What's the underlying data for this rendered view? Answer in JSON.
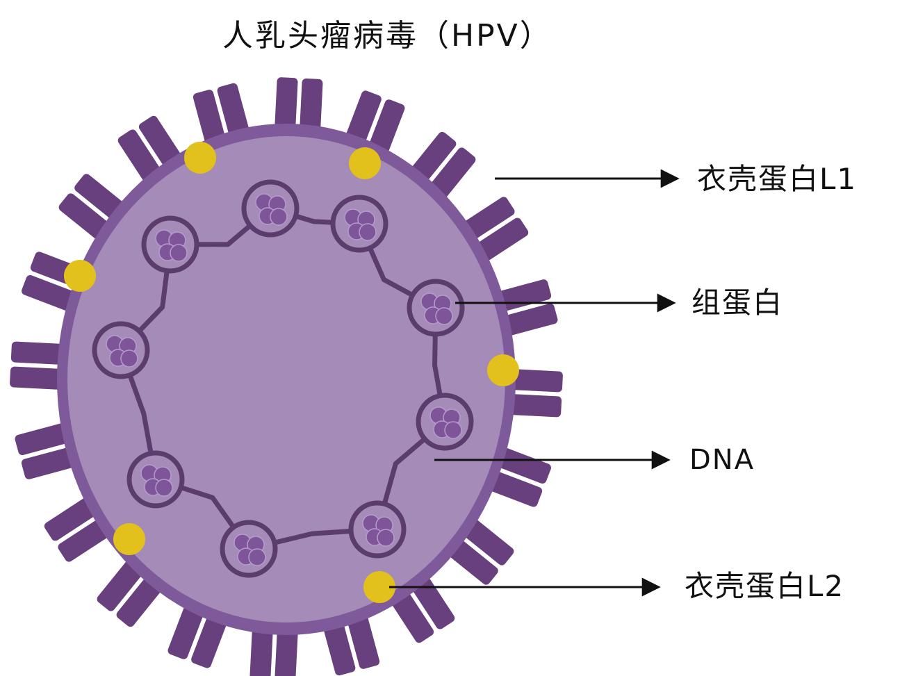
{
  "title": "人乳头瘤病毒（HPV）",
  "labels": {
    "l1": "衣壳蛋白L1",
    "histone": "组蛋白",
    "dna": "DNA",
    "l2": "衣壳蛋白L2"
  },
  "colors": {
    "capsomer": "#67407d",
    "capsid_rim": "#7f5a9a",
    "interior": "#a58bb7",
    "dna_strand": "#5a3d6c",
    "histone": "#7d5598",
    "l2_protein": "#e3c11d",
    "arrow": "#111111"
  }
}
